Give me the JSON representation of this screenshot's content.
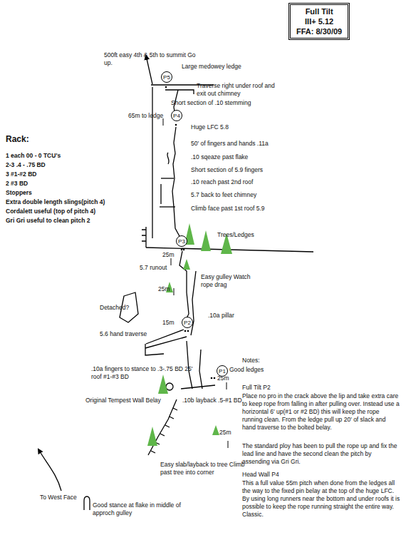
{
  "diagram": {
    "nodes": [
      {
        "text": [
          "Full Tilt",
          "III+ 5.12",
          "FFA: 8/30/09"
        ]
      },
      {
        "text": [
          "P5"
        ]
      },
      {
        "text": [
          "P4"
        ]
      },
      {
        "text": [
          "P3"
        ]
      },
      {
        "text": [
          "P2"
        ]
      },
      {
        "text": [
          "P1"
        ]
      }
    ],
    "labels": [
      "500ft easy 4th & 5th to summit Go up.",
      "Large medowey ledge",
      "Traverse right under roof and exit out chimney",
      "Short section of .10 stemming",
      "65m to ledge",
      "Huge LFC 5.8",
      "Rack:",
      "1 each 00 - 0 TCU's",
      "2-3 .4 - .75 BD",
      "3 #1-#2 BD",
      "2 #3 BD",
      "Stoppers",
      "Extra double length slings(pitch 4)",
      "Cordalett useful (top of pitch 4)",
      "Gri Gri useful to clean pitch 2",
      "50' of fingers and hands .11a",
      ".10 sqeaze past flake",
      "Short section of 5.9 fingers",
      ".10 reach past 2nd roof",
      "5.7 back to feet chimney",
      "Climb face past 1st roof 5.9",
      "Trees/Ledges",
      "25m",
      "5.7 runout",
      "Easy gulley Watch rope drag",
      "25m",
      "Detached?",
      ".10a pillar",
      "15m",
      "5.6 hand traverse",
      ".10a fingers to stance to .3-.75 BD 25' roof #1-#3 BD",
      "Good ledges",
      "Notes:",
      "25m",
      "Full Tilt P2",
      "Place no pro in the crack above the lip and take extra care to keep rope from falling in after pulling over.  Instead use a horizontal 6' up(#1 or #2 BD) this will keep the rope running clean.  From the ledge pull up 20' of slack and hand traverse to the bolted belay.",
      "Original Tempest Wall Belay",
      ".10b layback .5-#1 BD",
      "25m",
      "The standard ploy has been to pull the rope up and fix the lead line and have the second clean the pitch by assending via Gri Gri.",
      "Easy slab/layback to tree Climb past tree into corner",
      "Head Wall P4",
      "This a full value 55m pitch when done from the ledges all the way to the fixed pin belay at the top of the huge LFC.  By using long runners near the bottom and under roofs it is possible to keep the rope running straight the entire way.  Classic.",
      "To West Face",
      "Good stance at flake in middle of approch gulley"
    ]
  }
}
